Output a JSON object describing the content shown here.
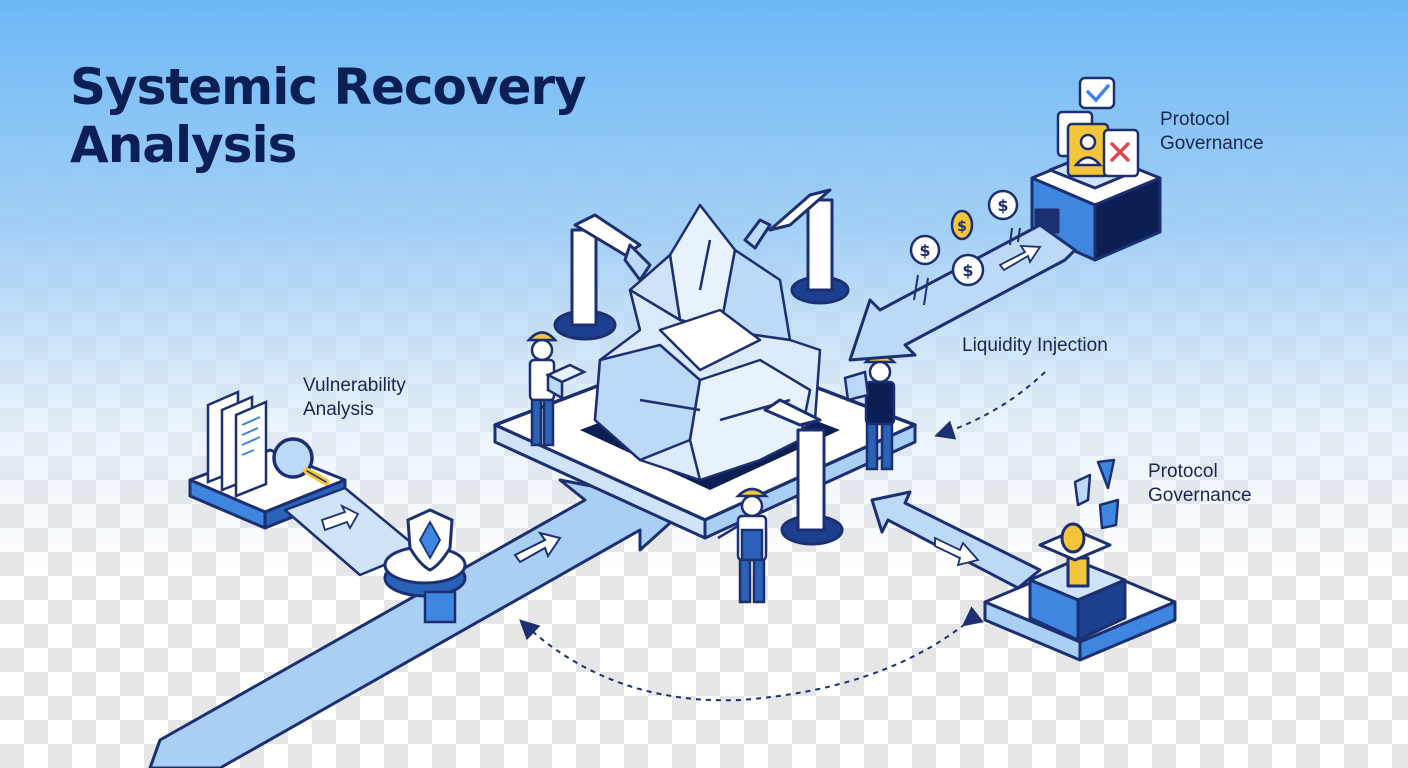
{
  "title": {
    "line1": "Systemic Recovery",
    "line2": "Analysis"
  },
  "labels": {
    "protocol_governance_top": {
      "line1": "Protocol",
      "line2": "Governance"
    },
    "liquidity_injection": "Liquidity Injection",
    "vulnerability_analysis": {
      "line1": "Vulnerability",
      "line2": "Analysis"
    },
    "protocol_governance_right": {
      "line1": "Protocol",
      "line2": "Governance"
    }
  },
  "colors": {
    "navy": "#0b1f55",
    "outline": "#1c2f70",
    "primary_blue": "#3f86e0",
    "light_blue": "#bcd9f7",
    "gold": "#f3c53b"
  },
  "icons": [
    "document-icon",
    "magnifier-icon",
    "shield-icon",
    "dollar-coin-icon",
    "checkmark-icon",
    "cross-icon",
    "hard-hat-icon",
    "robotic-arm-icon",
    "crystal-icon"
  ]
}
